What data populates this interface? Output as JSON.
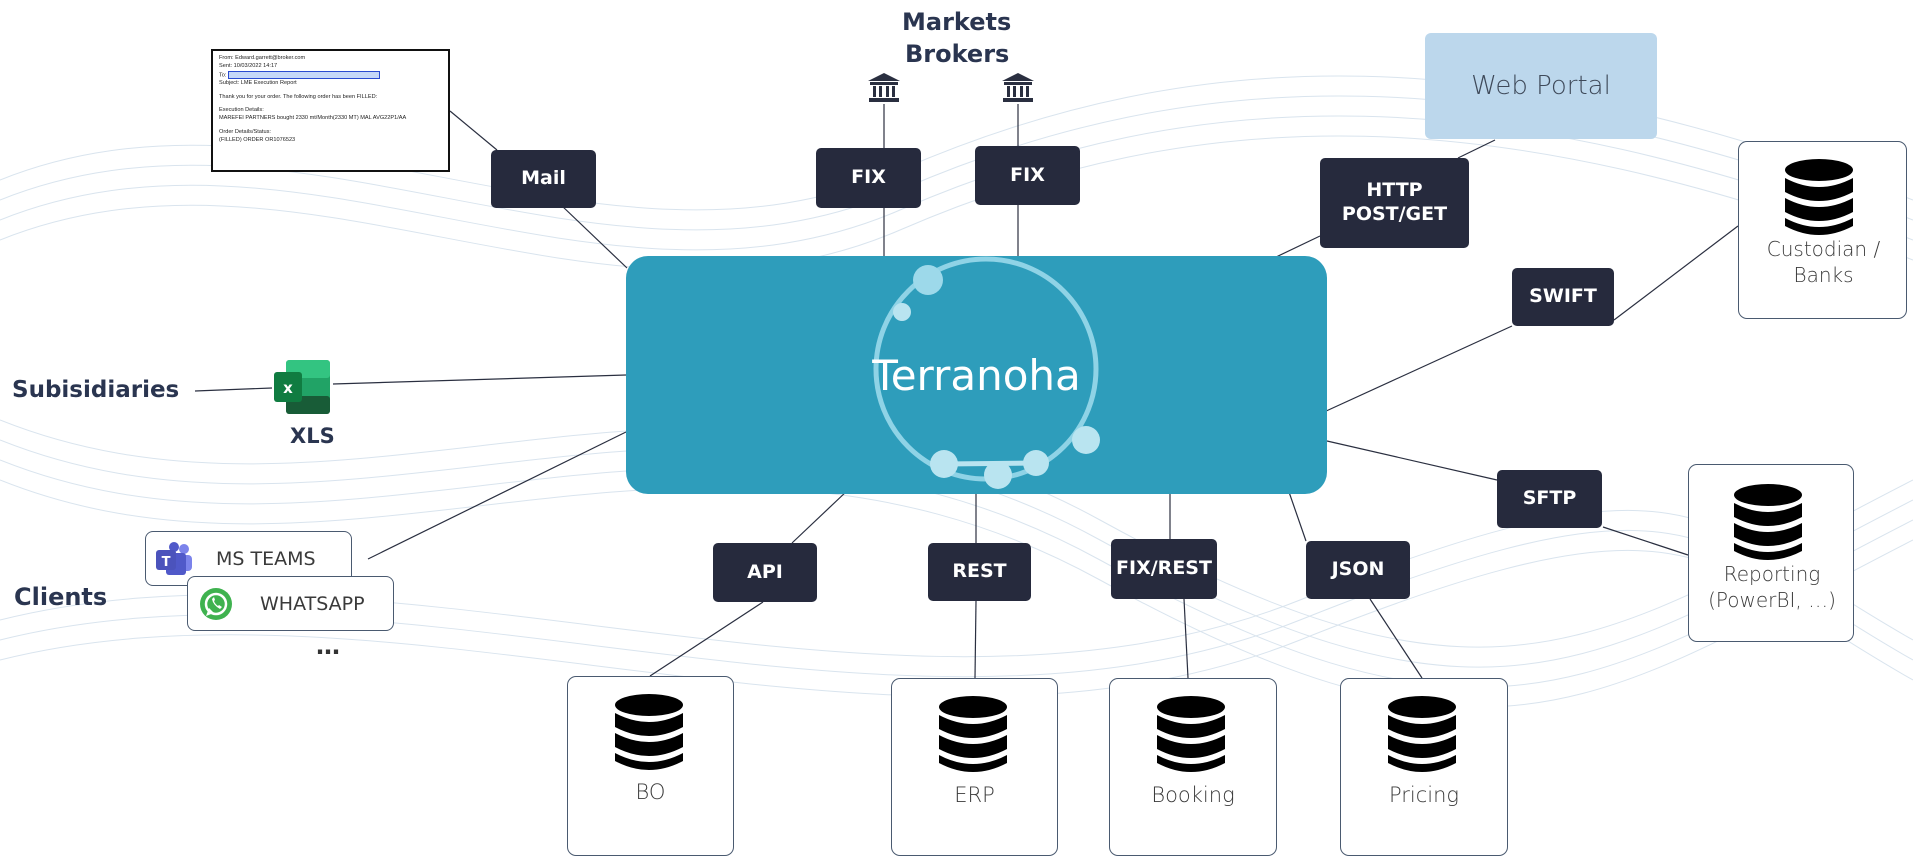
{
  "center": {
    "brand": "Terranoha"
  },
  "title_top": [
    "Markets",
    "Brokers"
  ],
  "email": {
    "from": "From: Edward.garrett@broker.com",
    "sent": "Sent: 10/03/2022 14:17",
    "to": "To:",
    "subject": "Subject: LME Execution Report",
    "body1": "Thank you for your order. The following order has been FILLED:",
    "body2": "Execution Details:",
    "body3": "MAREFEI PARTNERS bought 2330 mt/Month(2330 MT) MAL AVG22P1/AA",
    "body4": "Order Details/Status:",
    "body5": "(FILLED) ORDER OR1076523"
  },
  "tags": {
    "mail": "Mail",
    "fix1": "FIX",
    "fix2": "FIX",
    "http": "HTTP POST/GET",
    "swift": "SWIFT",
    "sftp": "SFTP",
    "api": "API",
    "rest": "REST",
    "fixrest": "FIX/REST",
    "json": "JSON"
  },
  "left": {
    "subsidiaries": "Subisidiaries",
    "xls": "XLS",
    "clients": "Clients",
    "teams": "MS TEAMS",
    "whatsapp": "WHATSAPP",
    "more": "…"
  },
  "boxes": {
    "web_portal": "Web Portal",
    "custodian": "Custodian / Banks",
    "reporting": "Reporting (PowerBI, …)",
    "bo": "BO",
    "erp": "ERP",
    "booking": "Booking",
    "pricing": "Pricing"
  },
  "colors": {
    "center": "#2e9dbb",
    "tag": "#262a3d",
    "web_portal": "#bcd7ec",
    "excel_green": "#1e7a45",
    "teams_purple": "#5059c9",
    "whatsapp_green": "#3fb24f"
  },
  "icons": {
    "bank": "bank-icon",
    "database": "database-icon",
    "excel": "excel-icon",
    "teams": "teams-icon",
    "whatsapp": "whatsapp-icon"
  }
}
